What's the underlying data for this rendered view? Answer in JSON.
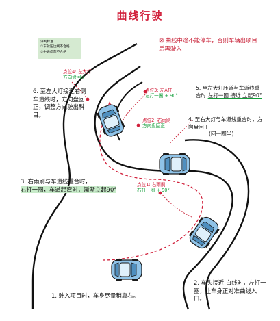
{
  "title": "曲线行驶",
  "criteria": {
    "heading": "评判标准",
    "items": [
      "①车轮压边线不合格",
      "②中途停车不合格"
    ]
  },
  "warning": {
    "mark": "⊠",
    "text": "曲线中途不能停车，否则车辆出项目后再驶入"
  },
  "steps": {
    "s1": "1. 驶入项目时，车身尽量稍靠右。",
    "s2": "2. 车头接近 白线时，左打一圈，让车身正对准曲线入口。",
    "s3a": "3. 右雨刷与车道线重合时，",
    "s3b": "右打一圈，车道起弯时，渐渐立起90°",
    "s4": "4. 至右大灯与车道线重合时，方向盘回正",
    "s4b": "(回一圈半)",
    "s5a": "5. 至左大灯压道与车道线重合时",
    "s5b": "左打一圈 接近 立起90°",
    "s6": "6. 至左大灯接近右侧车道线时，方向盘回正，调整方向驶出科目。"
  },
  "points": {
    "p1": {
      "red": "点位1: 右雨刷",
      "green": "右打一圈 + 90°"
    },
    "p2": {
      "red": "点位2: 右雨刷",
      "green": "方向盘回正"
    },
    "p3": {
      "red": "点位3: 左A柱",
      "green": "左打一圈 + 90°"
    },
    "p4": {
      "red": "点位4: 左大灯",
      "green": "方向盘回正"
    }
  },
  "colors": {
    "accent": "#d11f3a",
    "green": "#139e3a",
    "car": "#8fc3e8",
    "road": "#111111"
  },
  "icons": {
    "car": "car-topview-icon",
    "path": "dashed-path-arrow-icon"
  }
}
